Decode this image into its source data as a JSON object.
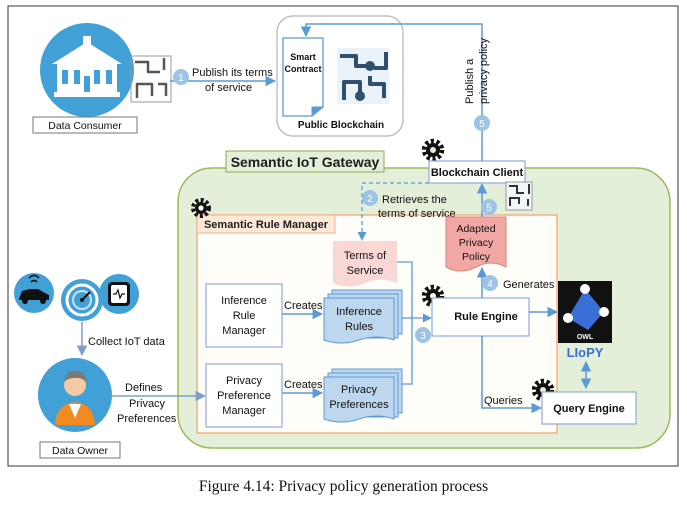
{
  "figure": {
    "caption": "Figure 4.14: Privacy policy generation process",
    "colors": {
      "gateway_fill": "#e4efd9",
      "gateway_border": "#9bbb59",
      "manager_border": "#f4b183",
      "manager_fill": "#fffdf7",
      "blue_box": "#bdd7ee",
      "box_border": "#8faadc",
      "step_circle": "#9dc3e6",
      "policy_fill": "#f1a8a4",
      "terms_fill": "#f8d7d4",
      "arrow": "#5b9bd5",
      "actor_circle": "#41a0d6"
    }
  },
  "actors": {
    "consumer": {
      "label": "Data Consumer"
    },
    "owner": {
      "label": "Data Owner"
    }
  },
  "blockchain": {
    "smart_contract_line1": "Smart",
    "smart_contract_line2": "Contract",
    "label": "Public Blockchain"
  },
  "gateway": {
    "title": "Semantic IoT Gateway"
  },
  "blockchain_client": {
    "label": "Blockchain Client"
  },
  "rule_manager": {
    "title": "Semantic Rule Manager"
  },
  "boxes": {
    "inference_manager": [
      "Inference",
      "Rule",
      "Manager"
    ],
    "privacy_manager": [
      "Privacy",
      "Preference",
      "Manager"
    ],
    "inference_rules": [
      "Inference",
      "Rules"
    ],
    "privacy_preferences": [
      "Privacy",
      "Preferences"
    ],
    "terms_doc": [
      "Terms of",
      "Service"
    ],
    "adapted_policy": [
      "Adapted",
      "Privacy",
      "Policy"
    ],
    "rule_engine": "Rule Engine",
    "query_engine": "Query Engine",
    "owl": "OWL",
    "liopy": "LIoPY"
  },
  "flow_labels": {
    "step1_line1": "Publish its terms",
    "step1_line2": "of service",
    "step5_vertical_line1": "Publish a",
    "step5_vertical_line2": "privacy policy",
    "step2_line1": "Retrieves the",
    "step2_line2": "terms of service",
    "step4": "Generates",
    "creates_1": "Creates",
    "creates_2": "Creates",
    "collect": "Collect IoT data",
    "defines_line1": "Defines",
    "defines_line2": "Privacy",
    "defines_line3": "Preferences",
    "queries": "Queries"
  },
  "steps": {
    "s1": "1",
    "s2": "2",
    "s3": "3",
    "s4": "4",
    "s5a": "5",
    "s5b": "5"
  }
}
